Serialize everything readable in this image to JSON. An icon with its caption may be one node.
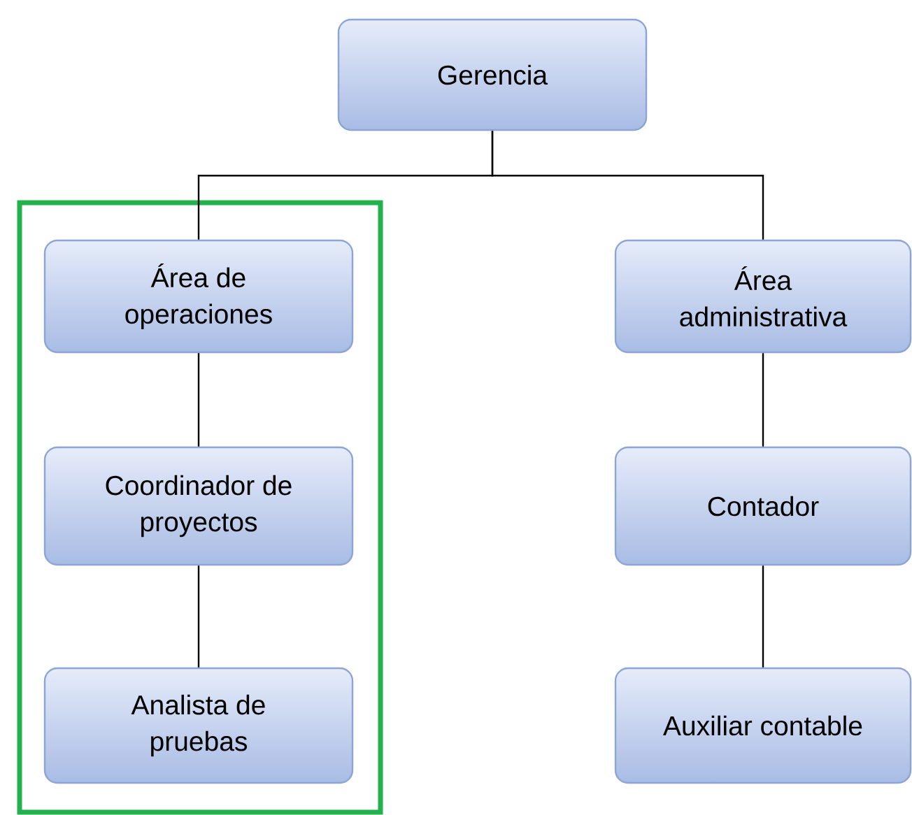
{
  "diagram": {
    "nodes": [
      {
        "text": [
          "Gerencia"
        ]
      },
      {
        "text": [],
        "shape": "box"
      },
      {
        "text": [
          "Área de operaciones"
        ],
        "in": 1
      },
      {
        "text": [
          "Coordinador de proyectos"
        ],
        "in": 1
      },
      {
        "text": [
          "Analista de pruebas"
        ],
        "in": 1
      },
      {
        "text": [
          "Área administrativa"
        ]
      },
      {
        "text": [
          "Contador"
        ]
      },
      {
        "text": [
          "Auxiliar contable"
        ]
      }
    ],
    "edges": [
      {
        "from": 0,
        "to": 2,
        "arrow": "none"
      },
      {
        "from": 0,
        "to": 5,
        "arrow": "none"
      },
      {
        "from": 2,
        "to": 3,
        "arrow": "none"
      },
      {
        "from": 3,
        "to": 4,
        "arrow": "none"
      },
      {
        "from": 5,
        "to": 6,
        "arrow": "none"
      },
      {
        "from": 6,
        "to": 7,
        "arrow": "none"
      }
    ]
  }
}
